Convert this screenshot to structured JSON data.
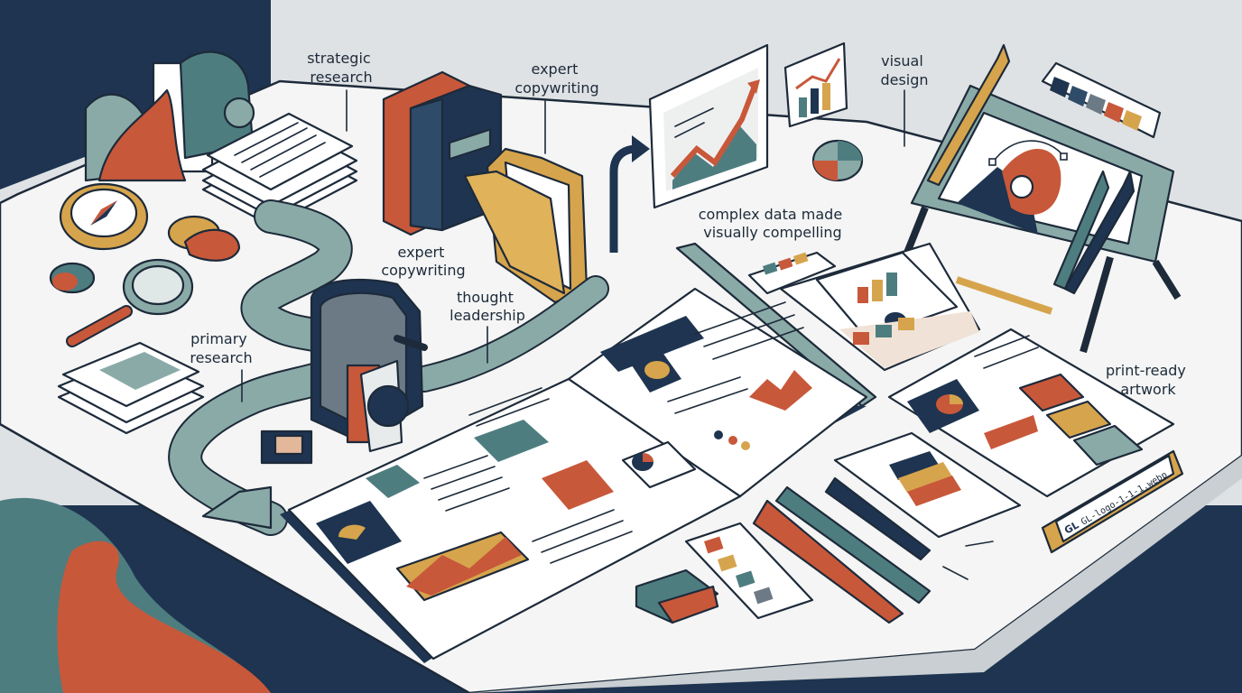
{
  "labels": {
    "strategic_research": [
      "strategic",
      "research"
    ],
    "expert_copywriting_top": [
      "expert",
      "copywriting"
    ],
    "visual_design": [
      "visual",
      "design"
    ],
    "complex_data": [
      "complex data made",
      "visually compelling"
    ],
    "expert_copywriting_mid": [
      "expert",
      "copywriting"
    ],
    "thought_leadership": [
      "thought",
      "leadership"
    ],
    "primary_research": [
      "primary",
      "research"
    ],
    "print_ready": [
      "print-ready",
      "artwork"
    ]
  },
  "nameplate": {
    "logo_text": "GL",
    "file_text": "GL-logo-1-1-1.webp"
  },
  "colors": {
    "navy": "#1e3450",
    "orange": "#c8583a",
    "mustard": "#d6a44c",
    "teal": "#4e7d80",
    "sage": "#8aaaa7",
    "desk": "#f4f5f4",
    "wall": "#dfe2e4"
  }
}
